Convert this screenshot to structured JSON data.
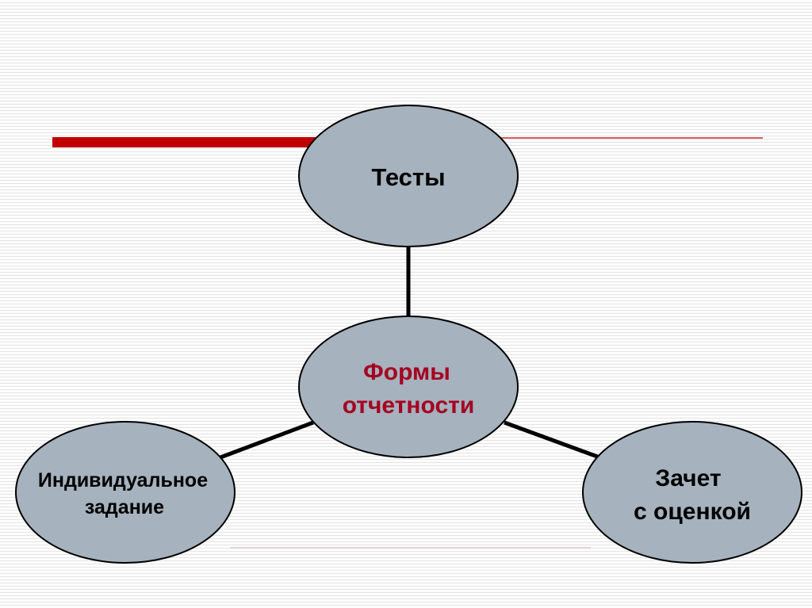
{
  "slide": {
    "colors": {
      "node_fill": "#a6b2bd",
      "node_stroke": "#000000",
      "connector": "#000000",
      "accent_bar": "#c00000",
      "accent_line": "#c00000",
      "center_text": "#a50021",
      "node_text": "#000000"
    }
  },
  "diagram": {
    "center": {
      "line1": "Формы",
      "line2": "отчетности"
    },
    "top": {
      "label": "Тесты"
    },
    "left": {
      "line1": "Индивидуальное",
      "line2": "задание"
    },
    "right": {
      "line1": "Зачет",
      "line2": "с оценкой"
    }
  }
}
